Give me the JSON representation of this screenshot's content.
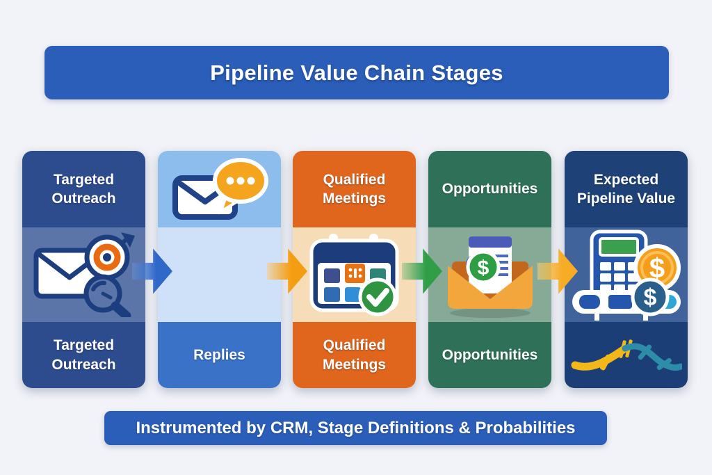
{
  "colors": {
    "background": "#f2f3f8",
    "banner_blue": "#2b5eb9",
    "text_white": "#ffffff"
  },
  "header": {
    "title": "Pipeline Value Chain Stages"
  },
  "footer": {
    "title": "Instrumented by CRM, Stage Definitions & Probabilities"
  },
  "stages": [
    {
      "name": "targeted-outreach",
      "top_label": "Targeted Outreach",
      "bottom_label": "Targeted Outreach",
      "icon": "envelope-target-magnifier-icon",
      "colors": {
        "band_top": "#2d4c8e",
        "middle": "#5b75a9",
        "band_bottom": "#2d4c8e"
      }
    },
    {
      "name": "replies",
      "top_label": "",
      "bottom_label": "Replies",
      "icon": "envelope-chat-bubble-icon",
      "colors": {
        "band_top": "#8cbdec",
        "middle": "#cfe1f8",
        "band_bottom": "#3a72c8"
      }
    },
    {
      "name": "qualified-meetings",
      "top_label": "Qualified Meetings",
      "bottom_label": "Qualified Meetings",
      "icon": "calendar-check-icon",
      "colors": {
        "band_top": "#e0661d",
        "middle": "#f7dcb8",
        "band_bottom": "#e0661d"
      }
    },
    {
      "name": "opportunities",
      "top_label": "Opportunities",
      "bottom_label": "Opportunities",
      "icon": "envelope-dollar-icon",
      "colors": {
        "band_top": "#2f7158",
        "middle": "#87aa96",
        "band_bottom": "#2f7158"
      }
    },
    {
      "name": "expected-pipeline-value",
      "top_label": "Expected Pipeline Value",
      "bottom_label": "",
      "icon": "calculator-coins-icon",
      "icon_bottom": "pipeline-icon",
      "colors": {
        "band_top": "#1e4277",
        "middle": "#41639b",
        "band_bottom": "#1c3e76"
      }
    }
  ],
  "arrows": [
    {
      "name": "flow-arrow-1",
      "color": "#2f68c8",
      "gradient": "linear-gradient(90deg, rgba(110,150,220,0.45), #2f68c8 60%)"
    },
    {
      "name": "flow-arrow-2",
      "color": "#f49d13",
      "gradient": "linear-gradient(90deg, rgba(250,205,130,0.55), #f49d13 60%)"
    },
    {
      "name": "flow-arrow-3",
      "color": "#2f9e47",
      "gradient": "linear-gradient(90deg, rgba(150,195,140,0.55), #2f9e47 60%)"
    },
    {
      "name": "flow-arrow-4",
      "color": "#f6ad25",
      "gradient": "linear-gradient(90deg, rgba(250,210,125,0.55), #f6ad25 60%)"
    }
  ]
}
